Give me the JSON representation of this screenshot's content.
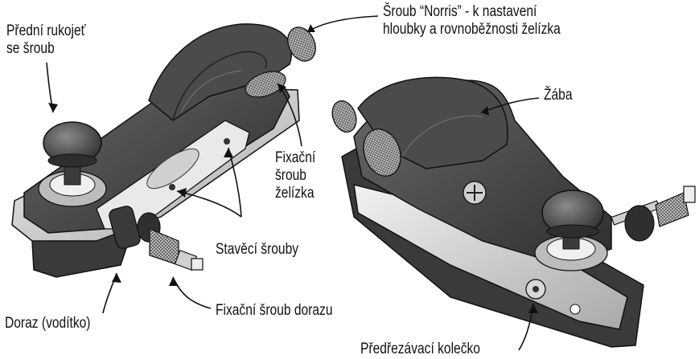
{
  "labels": {
    "front_handle": [
      "Přední rukojeť",
      "se šroub"
    ],
    "norris_screw": [
      "Šroub “Norris” - k nastavení",
      "hloubky a rovnoběžnosti želízka"
    ],
    "frog": "Žába",
    "blade_fix_screw": [
      "Fixační",
      "šroub",
      "želízka"
    ],
    "adjust_screws": "Stavěcí šrouby",
    "fence": "Doraz (vodítko)",
    "fence_fix_screw": "Fixační šroub dorazu",
    "spur": "Předřezávací kolečko"
  },
  "colors": {
    "metal_light": "#e6e6e6",
    "metal_mid": "#bdbdbd",
    "metal_dark": "#7a7a7a",
    "body_dark": "#3c3c3c",
    "body_mid": "#595959",
    "knob": "#4a4a4a",
    "outline": "#111111"
  }
}
